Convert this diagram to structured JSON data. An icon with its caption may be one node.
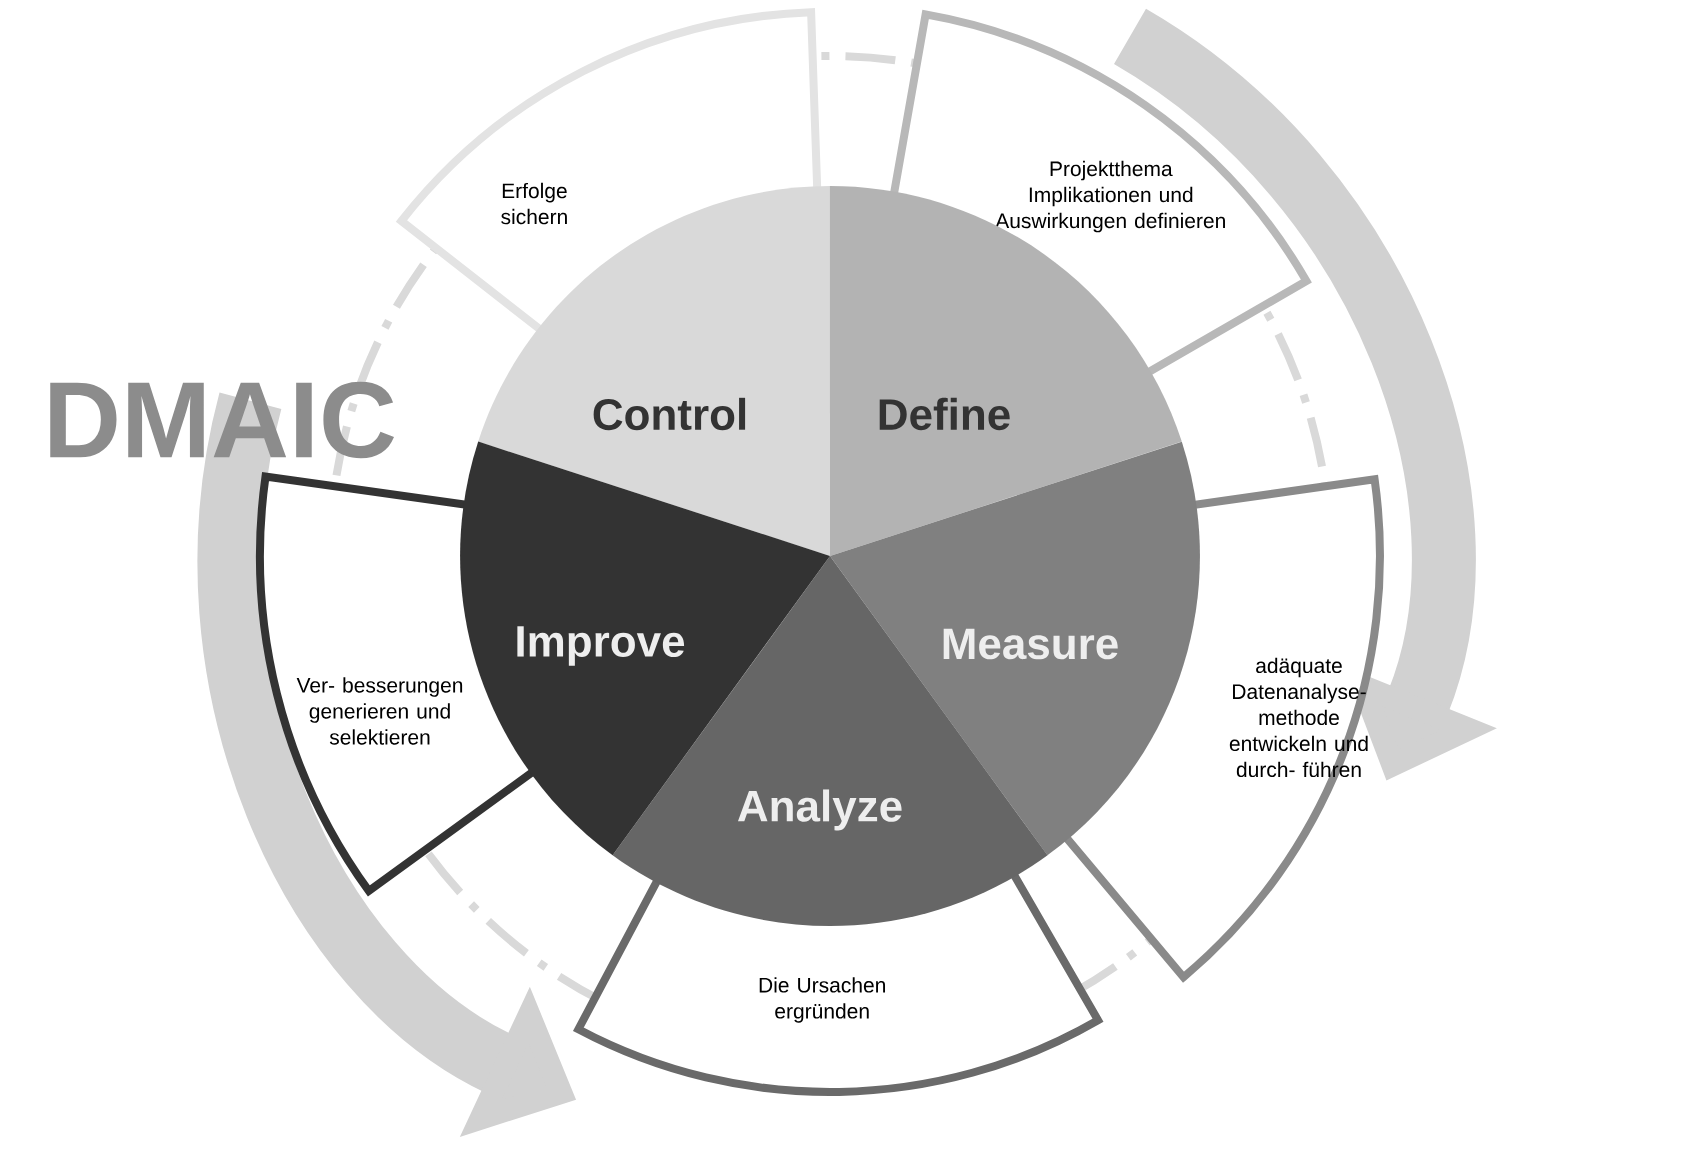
{
  "diagram": {
    "title": "DMAIC",
    "nodes": [
      {
        "text": [
          "Control"
        ]
      },
      {
        "text": [
          "Define"
        ]
      },
      {
        "text": [
          "Measure"
        ]
      },
      {
        "text": [
          "Analyze"
        ]
      },
      {
        "text": [
          "Improve"
        ]
      },
      {
        "text": [
          "Erfolge sichern"
        ]
      },
      {
        "text": [
          "Projektthema Implikationen und Auswirkungen definieren"
        ]
      },
      {
        "text": [
          "adäquate Datenanalyse- methode entwickeln und durch- führen"
        ]
      },
      {
        "text": [
          "Die Ursachen ergründen"
        ]
      },
      {
        "text": [
          "Ver- besserungen generieren und selektieren"
        ]
      }
    ]
  }
}
